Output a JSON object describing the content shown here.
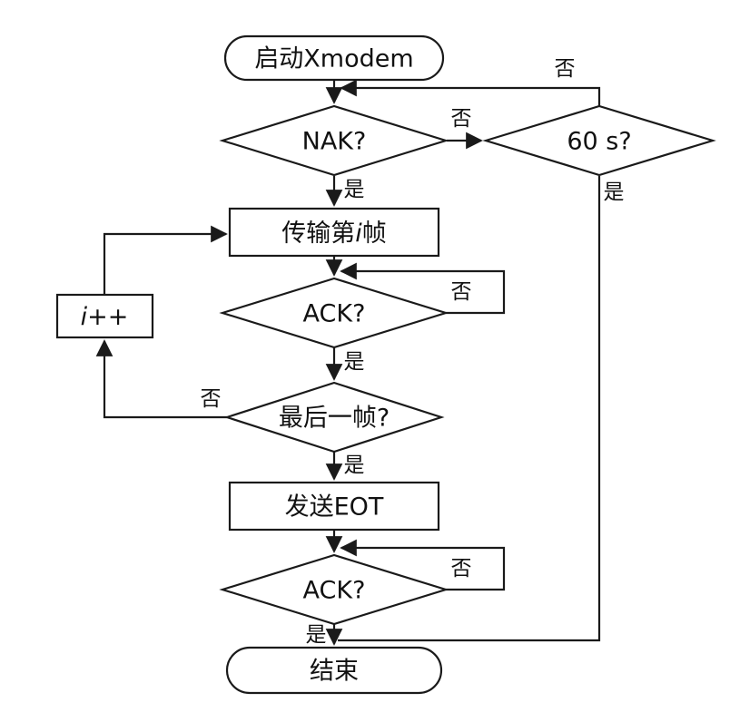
{
  "colors": {
    "line": "#1a1a1a",
    "node_fill": "#ffffff",
    "background": "#ffffff",
    "text": "#111111"
  },
  "nodes": {
    "start": {
      "label": "启动Xmodem"
    },
    "nak_check": {
      "label": "NAK?"
    },
    "timeout_check": {
      "label": "60 s?"
    },
    "transmit_frame": {
      "prefix": "传输第",
      "variable": "i",
      "suffix": "帧"
    },
    "ack_check_1": {
      "label": "ACK?"
    },
    "increment": {
      "variable": "i",
      "operator": "++"
    },
    "last_frame_check": {
      "label": "最后一帧?"
    },
    "send_eot": {
      "label": "发送EOT"
    },
    "ack_check_2": {
      "label": "ACK?"
    },
    "end": {
      "label": "结束"
    }
  },
  "edge_labels": {
    "timeout_no": "否",
    "timeout_yes": "是",
    "nak_no": "否",
    "nak_yes": "是",
    "ack1_no": "否",
    "ack1_yes": "是",
    "last_frame_no": "否",
    "last_frame_yes": "是",
    "ack2_no": "否",
    "ack2_yes": "是"
  }
}
